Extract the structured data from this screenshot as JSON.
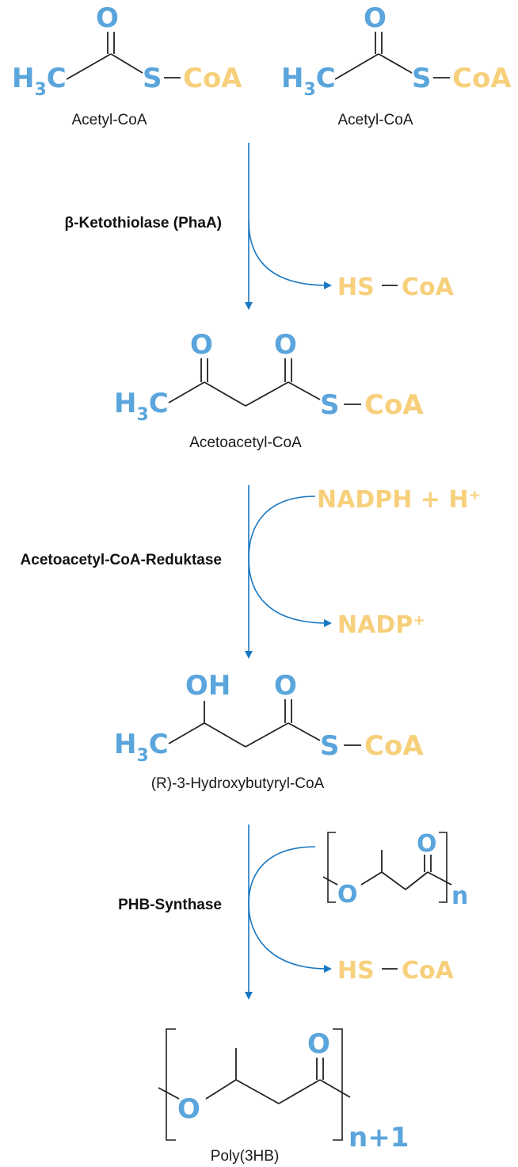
{
  "colors": {
    "heteroatom": "#5aa5dc",
    "coenzyme": "#f7d07c",
    "arrow": "#1a78c2",
    "bond": "#222222"
  },
  "atoms": {
    "O": "O",
    "OH": "OH",
    "H3C_main": "H",
    "H3C_sub": "3",
    "H3C_tail": "C",
    "S": "S",
    "CoA": "CoA",
    "HS": "HS",
    "dash": "—"
  },
  "molecules": {
    "acetyl_1": "Acetyl-CoA",
    "acetyl_2": "Acetyl-CoA",
    "acetoacetyl": "Acetoacetyl-CoA",
    "hydroxybutyryl": "(R)-3-Hydroxybutyryl-CoA",
    "polymer": "Poly(3HB)"
  },
  "enzymes": {
    "step1": "β-Ketothiolase (PhaA)",
    "step2": "Acetoacetyl-CoA-Reduktase",
    "step3": "PHB-Synthase"
  },
  "cofactors": {
    "nadph": "NADPH + H⁺",
    "nadp": "NADP⁺"
  },
  "repeat": {
    "n": "n",
    "n_plus_1": "n+1"
  }
}
